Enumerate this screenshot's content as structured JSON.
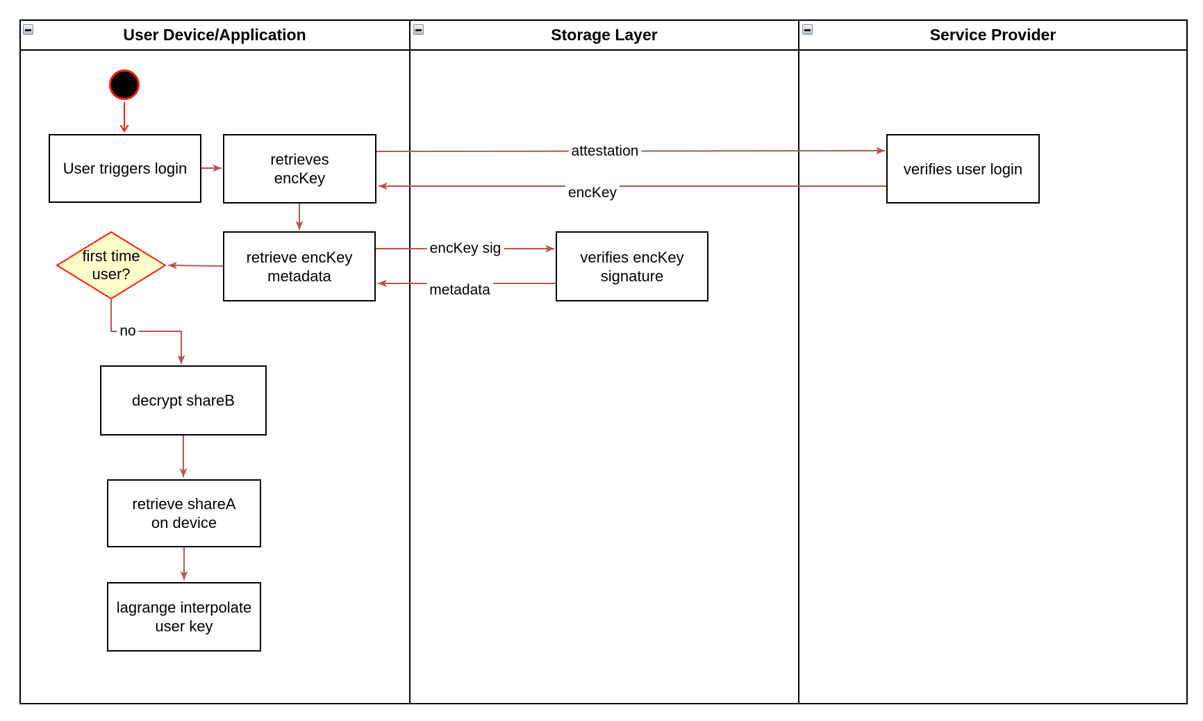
{
  "diagram": {
    "type": "uml-activity-swimlane-flowchart",
    "colors": {
      "edge_arrow": "#B85450",
      "highlight_red": "#FF1A0A",
      "decision_fill": "#FFFFCC",
      "shape_border": "#000000",
      "lane_border": "#000000",
      "background": "#FFFFFF"
    },
    "icons": {
      "collapse": "minus-icon"
    },
    "lanes": [
      {
        "title": "User Device/Application"
      },
      {
        "title": "Storage Layer"
      },
      {
        "title": "Service Provider"
      }
    ],
    "nodes": {
      "start": {
        "type": "initial-node"
      },
      "user_triggers_login": {
        "label": "User triggers login"
      },
      "retrieves_enckey": {
        "label": "retrieves\nencKey"
      },
      "retrieve_enckey_metadata": {
        "label": "retrieve encKey\nmetadata"
      },
      "first_time_user": {
        "label": "first time\nuser?",
        "type": "decision"
      },
      "decrypt_shareb": {
        "label": "decrypt shareB"
      },
      "retrieve_sharea": {
        "label": "retrieve shareA\non device"
      },
      "lagrange_interpolate": {
        "label": "lagrange interpolate\nuser key"
      },
      "verifies_enckey_signature": {
        "label": "verifies encKey\nsignature"
      },
      "verifies_user_login": {
        "label": "verifies user login"
      }
    },
    "edge_labels": {
      "attestation": "attestation",
      "enckey": "encKey",
      "enckey_sig": "encKey sig",
      "metadata": "metadata",
      "no": "no"
    }
  }
}
